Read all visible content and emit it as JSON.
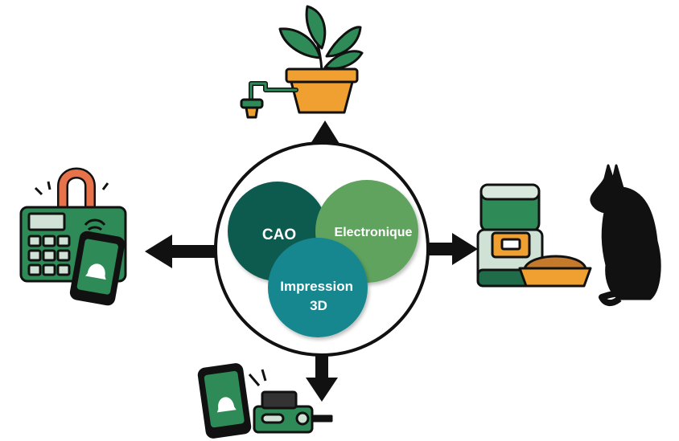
{
  "venn": {
    "circles": [
      {
        "id": "cao",
        "label_lines": [
          "CAO"
        ],
        "color": "#0d5a4f"
      },
      {
        "id": "electronique",
        "label_lines": [
          "Electronique"
        ],
        "color": "#5fa35e"
      },
      {
        "id": "impression3d",
        "label_lines": [
          "Impression",
          "3D"
        ],
        "color": "#17868f"
      }
    ],
    "ring_color": "#111111"
  },
  "applications": [
    {
      "direction": "up",
      "icon": "watering-plant-icon"
    },
    {
      "direction": "right",
      "icon": "pet-feeder-cat-icon"
    },
    {
      "direction": "down",
      "icon": "phone-alarm-device-icon"
    },
    {
      "direction": "left",
      "icon": "keypad-lock-phone-icon"
    }
  ],
  "colors": {
    "dark_green": "#1f6b4a",
    "mid_green": "#2e8b57",
    "orange": "#f0a030",
    "coral": "#e8734a",
    "black": "#111111"
  }
}
